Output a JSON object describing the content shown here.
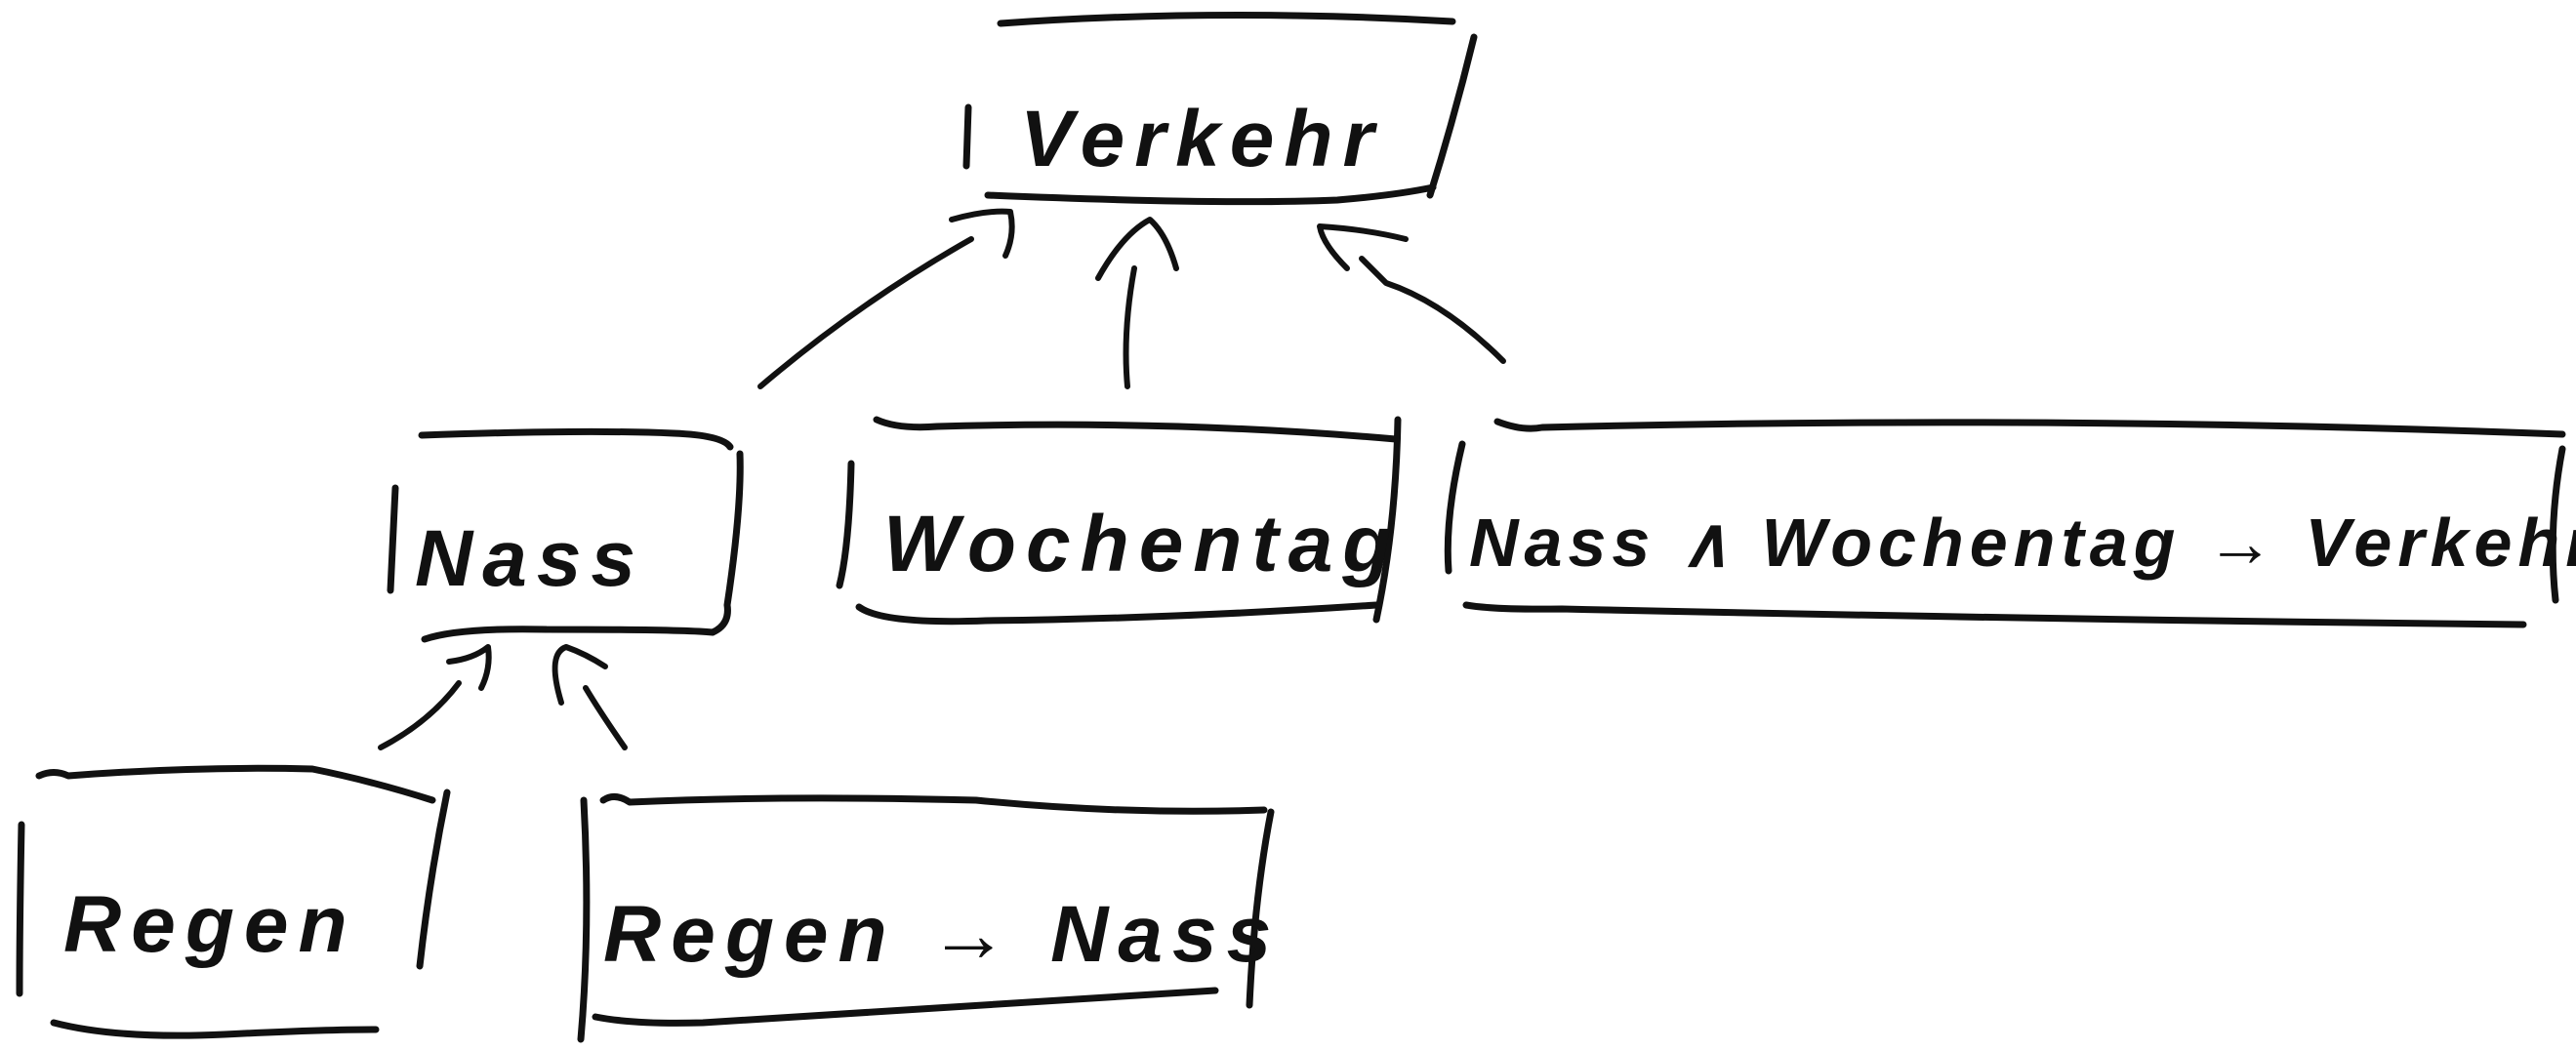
{
  "nodes": {
    "verkehr": "Verkehr",
    "nass": "Nass",
    "wochentag": "Wochentag",
    "rule_verkehr": "Nass ∧ Wochentag → Verkehr",
    "regen": "Regen",
    "rule_nass": "Regen → Nass"
  },
  "colors": {
    "ink": "#111111",
    "background": "#ffffff"
  }
}
